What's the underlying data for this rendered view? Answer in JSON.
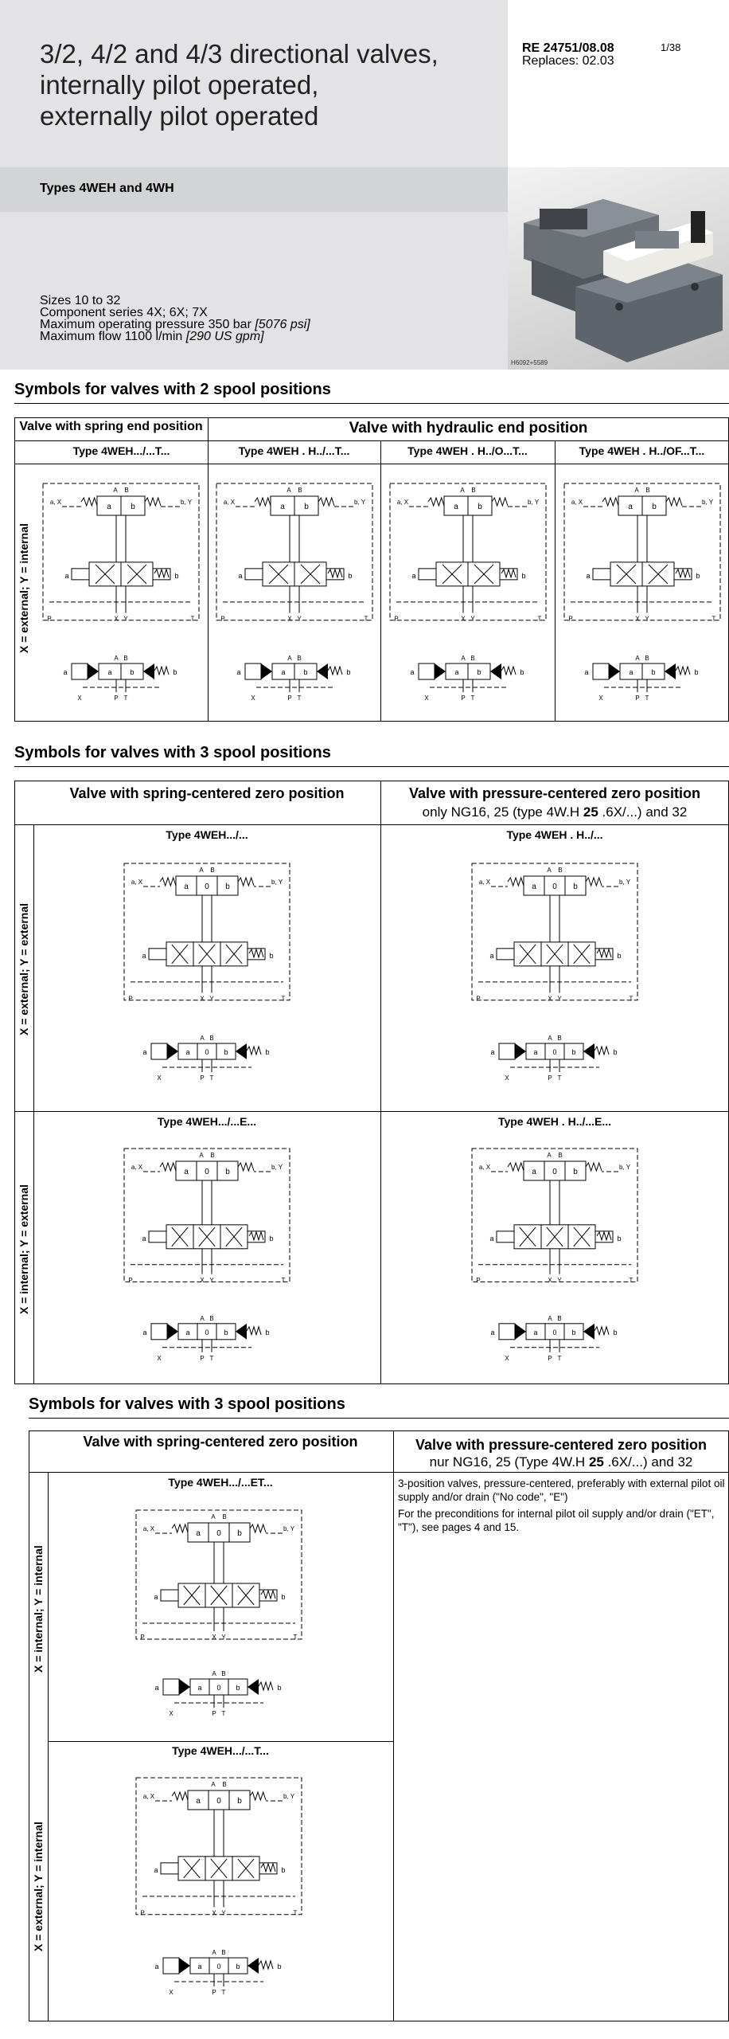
{
  "header": {
    "title_lines": [
      "3/2, 4/2 and 4/3 directional valves,",
      "internally pilot operated,",
      "externally pilot operated"
    ],
    "doc_id": "RE 24751/08.08",
    "replaces": "Replaces: 02.03",
    "page": "1/38",
    "types": "Types 4WEH and 4WH",
    "specs": {
      "sizes": "Sizes 10 to 32",
      "series": "Component series 4X; 6X; 7X",
      "pressure": "Maximum operating pressure 350 bar",
      "pressure_alt": "[5076 psi]",
      "flow": "Maximum flow 1100 l/min",
      "flow_alt": "[290 US gpm]"
    },
    "photo_code": "H6092+5589"
  },
  "section1": {
    "title": "Symbols for valves with 2 spool positions",
    "col1_header": "Valve with spring end position",
    "col2_header": "Valve with hydraulic end position",
    "side_label_a": "X = external; ",
    "side_label_b": "Y = internal",
    "types": [
      "Type 4WEH.../...T...",
      "Type 4WEH . H../...T...",
      "Type 4WEH . H../O...T...",
      "Type 4WEH . H../OF...T..."
    ]
  },
  "section2": {
    "title": "Symbols for valves with 3 spool positions",
    "col1_header": "Valve with spring-centered zero position",
    "col2_header": "Valve with pressure-centered zero position",
    "col2_sub_pre": "only NG16, 25 (type 4W.H ",
    "col2_sub_bold": "25",
    "col2_sub_post": " .6X/...) and 32",
    "row1_label_a": "X = external; ",
    "row1_label_b": "Y = external",
    "row2_label_a": "X = internal; ",
    "row2_label_b": "Y = external",
    "types": [
      "Type 4WEH.../...",
      "Type 4WEH . H../...",
      "Type 4WEH.../...E...",
      "Type 4WEH . H../...E..."
    ]
  },
  "section3": {
    "title": "Symbols for valves with 3 spool positions",
    "col1_header": "Valve with spring-centered zero position",
    "col2_header": "Valve with pressure-centered zero position",
    "col2_sub_pre": "nur NG16, 25 (Type 4W.H ",
    "col2_sub_bold": "25",
    "col2_sub_post": " .6X/...) and 32",
    "row1_label_a": "X = internal; ",
    "row1_label_b": "Y = internal",
    "row2_label_a": "X = external; ",
    "row2_label_b": "Y = internal",
    "types": [
      "Type 4WEH.../...ET...",
      "Type 4WEH.../...T..."
    ],
    "note1": "3-position valves, pressure-centered, preferably with external pilot oil supply and/or drain (\"No code\", \"E\")",
    "note2": "For the preconditions for internal pilot oil supply and/or drain (\"ET\", \"T\"), see pages 4 and 15."
  },
  "symbol_labels": {
    "a": "a",
    "b": "b",
    "zero": "0",
    "A": "A",
    "B": "B",
    "P": "P",
    "T": "T",
    "X": "X",
    "Y": "Y",
    "aX": "a, X",
    "bY": "b, Y"
  }
}
